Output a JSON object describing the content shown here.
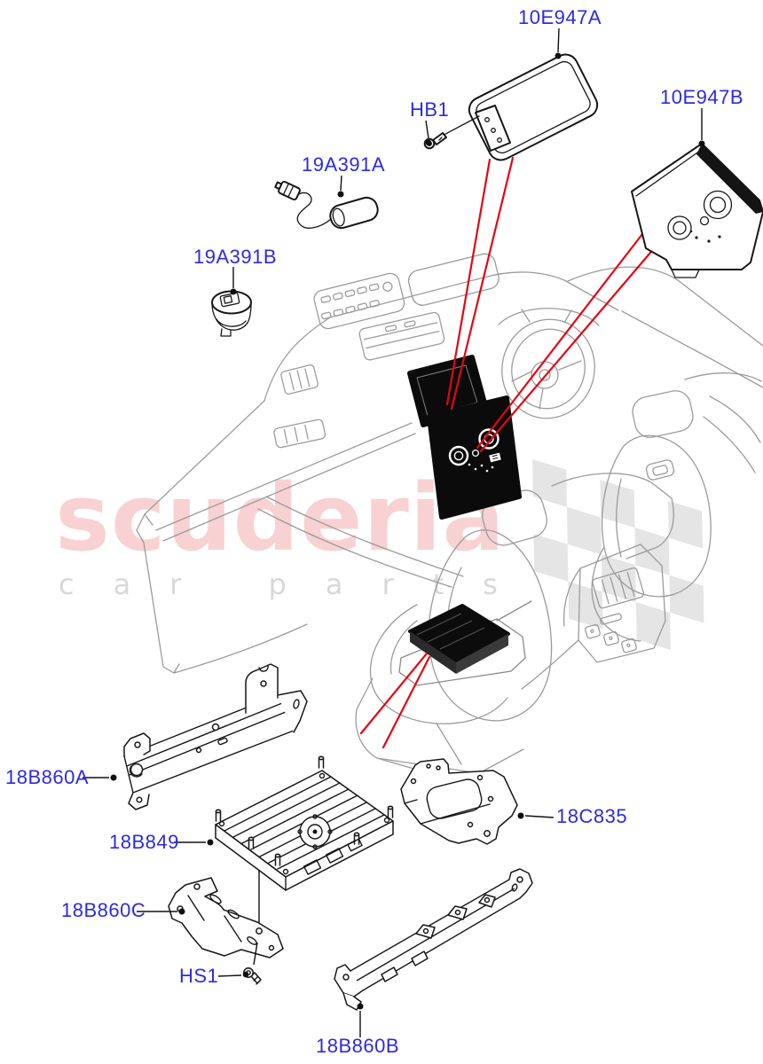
{
  "watermark": {
    "brand": "scuderia",
    "tagline": "car parts"
  },
  "colors": {
    "label_blue": "#2a2ae6",
    "red_leader": "#e30613",
    "art_gray": "#9b9b9b",
    "part_black": "#161616",
    "watermark_pink": "#f8d2d2",
    "watermark_gray": "#d8d8d8",
    "background": "#ffffff"
  },
  "parts": [
    {
      "label": "10E947A"
    },
    {
      "label": "HB1"
    },
    {
      "label": "10E947B"
    },
    {
      "label": "19A391A"
    },
    {
      "label": "19A391B"
    },
    {
      "label": "18B860A"
    },
    {
      "label": "18B849"
    },
    {
      "label": "18C835"
    },
    {
      "label": "18B860C"
    },
    {
      "label": "HS1"
    },
    {
      "label": "18B860B"
    }
  ]
}
